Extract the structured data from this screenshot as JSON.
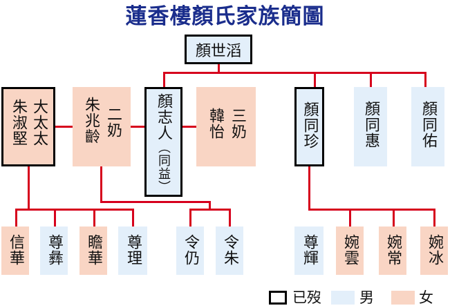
{
  "title": "蓮香樓顏氏家族簡圖",
  "root": "顏世滔",
  "gen2": {
    "wife1": {
      "name": "朱淑堅",
      "title": "大太太"
    },
    "wife2": {
      "name": "朱兆齡",
      "title": "二奶"
    },
    "son1": {
      "name": "顏志人",
      "alias": "（同益）"
    },
    "wife3": {
      "name": "韓怡",
      "title": "三奶"
    },
    "son2": "顏同珍",
    "son3": "顏同惠",
    "son4": "顏同佑"
  },
  "gen3": {
    "c1": "信華",
    "c2": "尊彝",
    "c3": "瞻華",
    "c4": "尊理",
    "c5": "令仍",
    "c6": "令朱",
    "c7": "尊輝",
    "c8": "婉雲",
    "c9": "婉常",
    "c10": "婉冰"
  },
  "legend": {
    "deceased": "已歿",
    "male": "男",
    "female": "女"
  },
  "colors": {
    "male": "#e3effa",
    "female": "#f9d5c4",
    "line": "#d6001c",
    "title": "#1a2d8c"
  }
}
